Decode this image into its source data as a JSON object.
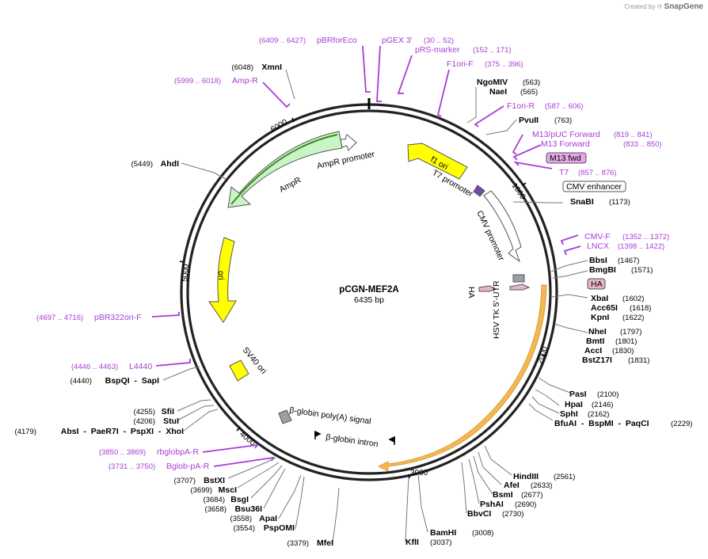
{
  "app": {
    "credit_prefix": "Created by",
    "credit_brand": "SnapGene"
  },
  "plasmid": {
    "name": "pCGN-MEF2A",
    "size_label": "6435 bp"
  },
  "ticks": [
    "1000",
    "2000",
    "3000",
    "4000",
    "5000",
    "6000"
  ],
  "features": {
    "f1_ori": "f1 ori",
    "ampr": "AmpR",
    "ampr_promoter": "AmpR promoter",
    "t7_promoter": "T7 promoter",
    "cmv_promoter": "CMV promoter",
    "ori": "ori",
    "sv40_ori": "SV40 ori",
    "ha": "HA",
    "hsv_tk_utr": "HSV TK 5'-UTR",
    "beta_globin_polya": "β-globin poly(A) signal",
    "beta_globin_intron": "β-globin intron"
  },
  "boxed_labels": {
    "cmv_enhancer": "CMV enhancer",
    "m13_fwd": "M13 fwd",
    "ha": "HA"
  },
  "primers": [
    {
      "pos": "(6409 .. 6427)",
      "name": "pBRforEco"
    },
    {
      "pos": "",
      "name": "pGEX 3'"
    },
    {
      "pos": "(30 .. 52)",
      "name": ""
    },
    {
      "pos": "(152 .. 171)",
      "name": "pRS-marker"
    },
    {
      "pos": "(375 .. 396)",
      "name": "F1ori-F"
    },
    {
      "pos": "(5999 .. 6018)",
      "name": "Amp-R"
    },
    {
      "pos": "(587 .. 606)",
      "name": "F1ori-R"
    },
    {
      "pos": "(819 .. 841)",
      "name": "M13/pUC Forward"
    },
    {
      "pos": "(833 .. 850)",
      "name": "M13 Forward"
    },
    {
      "pos": "(857 .. 876)",
      "name": "T7"
    },
    {
      "pos": "(1352 .. 1372)",
      "name": "CMV-F"
    },
    {
      "pos": "(1398 .. 1422)",
      "name": "LNCX"
    },
    {
      "pos": "(4697 .. 4716)",
      "name": "pBR322ori-F"
    },
    {
      "pos": "(4446 .. 4463)",
      "name": "L4440"
    },
    {
      "pos": "(3850 .. 3869)",
      "name": "rbglobpA-R"
    },
    {
      "pos": "(3731 .. 3750)",
      "name": "Bglob-pA-R"
    }
  ],
  "enzymes_right": [
    {
      "name": "NgoMIV",
      "pos": "(563)"
    },
    {
      "name": "NaeI",
      "pos": "(565)"
    },
    {
      "name": "PvuII",
      "pos": "(763)"
    },
    {
      "name": "SnaBI",
      "pos": "(1173)"
    },
    {
      "name": "BbsI",
      "pos": "(1467)"
    },
    {
      "name": "BmgBI",
      "pos": "(1571)"
    },
    {
      "name": "XbaI",
      "pos": "(1602)"
    },
    {
      "name": "Acc65I",
      "pos": "(1618)"
    },
    {
      "name": "KpnI",
      "pos": "(1622)"
    },
    {
      "name": "NheI",
      "pos": "(1797)"
    },
    {
      "name": "BmtI",
      "pos": "(1801)"
    },
    {
      "name": "AccI",
      "pos": "(1830)"
    },
    {
      "name": "BstZ17I",
      "pos": "(1831)"
    },
    {
      "name": "PasI",
      "pos": "(2100)"
    },
    {
      "name": "HpaI",
      "pos": "(2146)"
    },
    {
      "name": "SphI",
      "pos": "(2162)"
    },
    {
      "name": "BfuAI  -  BspMI  -  PaqCI",
      "pos": "(2229)"
    },
    {
      "name": "HindIII",
      "pos": "(2561)"
    },
    {
      "name": "AfeI",
      "pos": "(2633)"
    },
    {
      "name": "BsmI",
      "pos": "(2677)"
    },
    {
      "name": "PshAI",
      "pos": "(2690)"
    },
    {
      "name": "BbvCI",
      "pos": "(2730)"
    },
    {
      "name": "BamHI",
      "pos": "(3008)"
    },
    {
      "name": "KflI",
      "pos": "(3037)"
    }
  ],
  "enzymes_left": [
    {
      "pos": "(6048)",
      "name": "XmnI"
    },
    {
      "pos": "(5449)",
      "name": "AhdI"
    },
    {
      "pos": "(4440)",
      "name": "BspQI  -  SapI"
    },
    {
      "pos": "(4255)",
      "name": "SfiI"
    },
    {
      "pos": "(4206)",
      "name": "StuI"
    },
    {
      "pos": "(4179)",
      "name": "AbsI  -  PaeR7I  -  PspXI  -  XhoI"
    },
    {
      "pos": "(3707)",
      "name": "BstXI"
    },
    {
      "pos": "(3699)",
      "name": "MscI"
    },
    {
      "pos": "(3684)",
      "name": "BsgI"
    },
    {
      "pos": "(3658)",
      "name": "Bsu36I"
    },
    {
      "pos": "(3558)",
      "name": "ApaI"
    },
    {
      "pos": "(3554)",
      "name": "PspOMI"
    },
    {
      "pos": "(3379)",
      "name": "MfeI"
    }
  ],
  "colors": {
    "ring": "#222222",
    "primer": "#a63dd6",
    "ori_yellow": "#ffff00",
    "ampr_green": "#c8f5c8",
    "ampr_dark": "#3a8a1a",
    "orf_orange": "#f5a623",
    "ha_pink": "#e8b4c8",
    "gray_feature": "#9aa0a6"
  }
}
